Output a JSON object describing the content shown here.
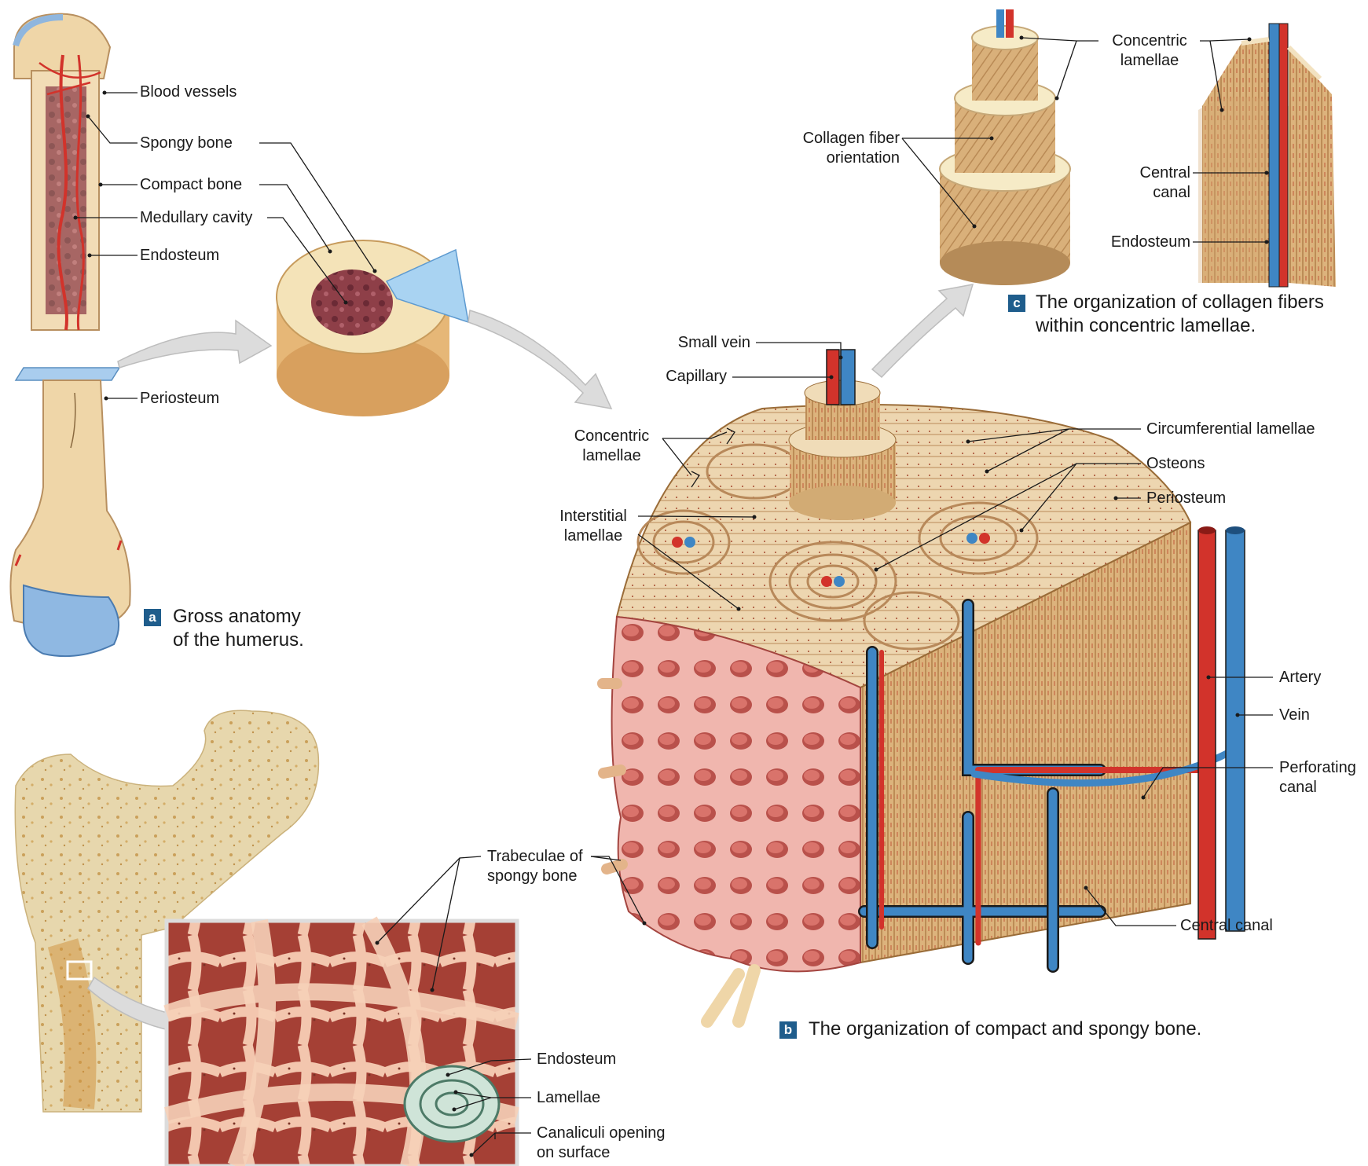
{
  "panel_a": {
    "badge": "a",
    "caption": "Gross anatomy\nof the humerus.",
    "labels": {
      "blood_vessels": "Blood vessels",
      "spongy_bone": "Spongy bone",
      "compact_bone": "Compact bone",
      "medullary_cavity": "Medullary cavity",
      "endosteum": "Endosteum",
      "periosteum": "Periosteum"
    }
  },
  "panel_b": {
    "badge": "b",
    "caption": "The organization of compact and spongy bone.",
    "labels": {
      "small_vein": "Small vein",
      "capillary": "Capillary",
      "concentric_lamellae": "Concentric\nlamellae",
      "interstitial_lamellae": "Interstitial\nlamellae",
      "circumferential_lamellae": "Circumferential lamellae",
      "osteons": "Osteons",
      "periosteum": "Periosteum",
      "artery": "Artery",
      "vein": "Vein",
      "perforating_canal": "Perforating\ncanal",
      "central_canal": "Central canal",
      "trabeculae": "Trabeculae of\nspongy bone"
    }
  },
  "panel_c": {
    "badge": "c",
    "caption": "The organization of collagen fibers\nwithin concentric lamellae.",
    "labels": {
      "concentric_lamellae": "Concentric\nlamellae",
      "collagen_fiber_orientation": "Collagen fiber\norientation",
      "central_canal": "Central\ncanal",
      "endosteum": "Endosteum"
    }
  },
  "panel_d": {
    "labels": {
      "endosteum": "Endosteum",
      "lamellae": "Lamellae",
      "canaliculi": "Canaliculi opening\non surface"
    }
  },
  "colors": {
    "badge": "#1f5d8c",
    "bone": "#efd6a8",
    "spongy": "#d98a86",
    "artery": "#d2332b",
    "vein": "#3f86c4",
    "arrow": "#d9d9d9"
  }
}
